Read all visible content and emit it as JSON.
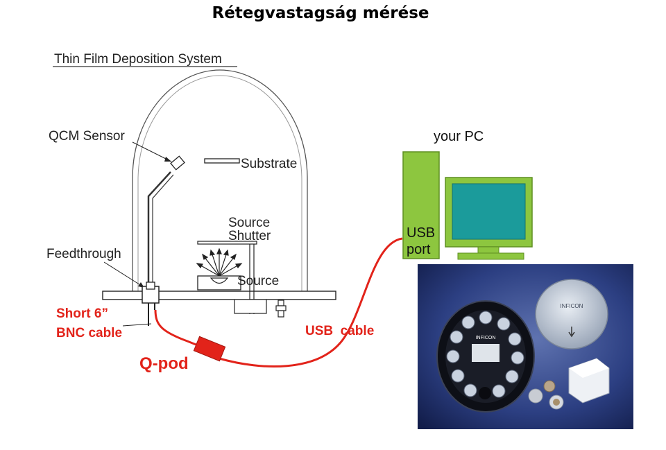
{
  "slide": {
    "title": "Rétegvastagság mérése"
  },
  "diagram": {
    "system_title": "Thin Film Deposition System",
    "labels": {
      "qcm_sensor": "QCM Sensor",
      "substrate": "Substrate",
      "source_shutter_1": "Source",
      "source_shutter_2": "Shutter",
      "feedthrough": "Feedthrough",
      "source": "Source",
      "your_pc": "your PC",
      "usb_1": "USB",
      "usb_2": "port"
    },
    "cables": {
      "short_bnc_1": "Short 6”",
      "short_bnc_2": "BNC cable",
      "usb_cable": "USB  cable",
      "qpod": "Q-pod"
    }
  },
  "photo": {
    "brand_1": "INFICON",
    "brand_2": "INFICON"
  },
  "colors": {
    "accent_red": "#e2231a",
    "pc_green": "#8dc63f",
    "screen_teal": "#1b9b9b",
    "photo_bg": "#1d2f6b"
  }
}
